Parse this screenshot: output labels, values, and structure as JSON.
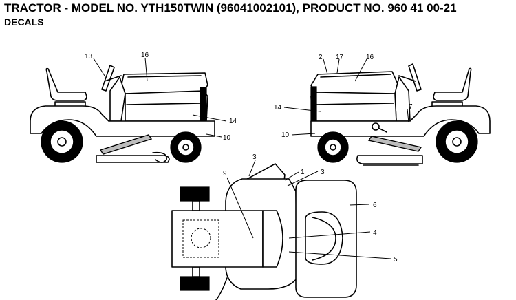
{
  "header": {
    "title": "TRACTOR - MODEL NO. YTH150TWIN (96041002101), PRODUCT NO. 960 41 00-21",
    "subtitle": "DECALS"
  },
  "callouts": {
    "left_view": [
      "13",
      "16",
      "14",
      "10"
    ],
    "right_view": [
      "2",
      "17",
      "16",
      "14",
      "7",
      "10"
    ],
    "top_view": [
      "3",
      "1",
      "3",
      "9",
      "6",
      "4",
      "5"
    ]
  }
}
